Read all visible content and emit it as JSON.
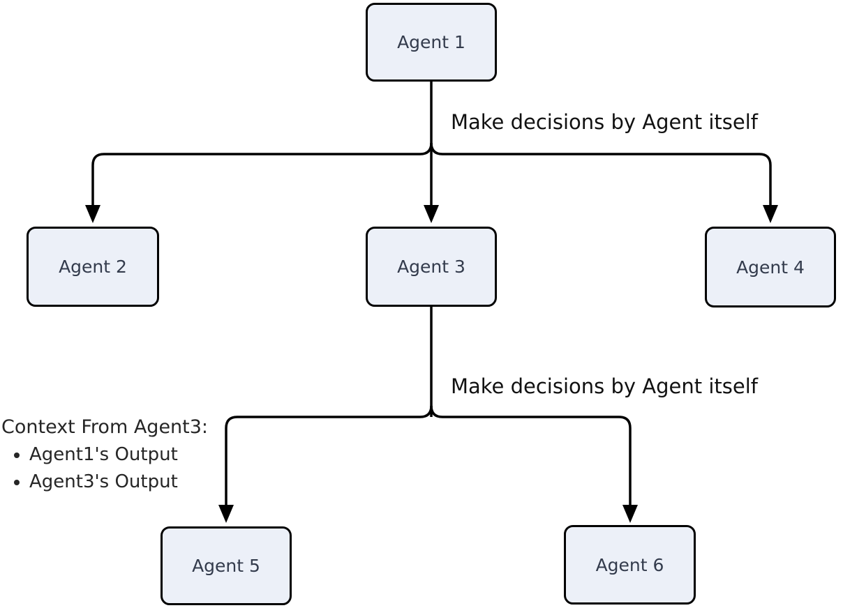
{
  "diagram": {
    "type": "flowchart",
    "background": "#FFFFFF",
    "colors": {
      "node_fill": "#ECF0F8",
      "node_border": "#000000",
      "node_text": "#333B4C",
      "edge_line": "#000000",
      "edge_label_text": "#111111",
      "note_text": "#262626"
    },
    "nodes": [
      {
        "id": "agent1",
        "label": "Agent 1"
      },
      {
        "id": "agent2",
        "label": "Agent 2"
      },
      {
        "id": "agent3",
        "label": "Agent 3"
      },
      {
        "id": "agent4",
        "label": "Agent 4"
      },
      {
        "id": "agent5",
        "label": "Agent 5"
      },
      {
        "id": "agent6",
        "label": "Agent 6"
      }
    ],
    "edges": [
      {
        "from": "agent1",
        "to": "agent2"
      },
      {
        "from": "agent1",
        "to": "agent3"
      },
      {
        "from": "agent1",
        "to": "agent4"
      },
      {
        "from": "agent3",
        "to": "agent5"
      },
      {
        "from": "agent3",
        "to": "agent6"
      }
    ],
    "edge_labels": {
      "level1": "Make decisions by Agent itself",
      "level2": "Make decisions by Agent itself"
    },
    "context_note": {
      "title": "Context From Agent3:",
      "items": [
        "Agent1's Output",
        "Agent3's Output"
      ]
    }
  }
}
